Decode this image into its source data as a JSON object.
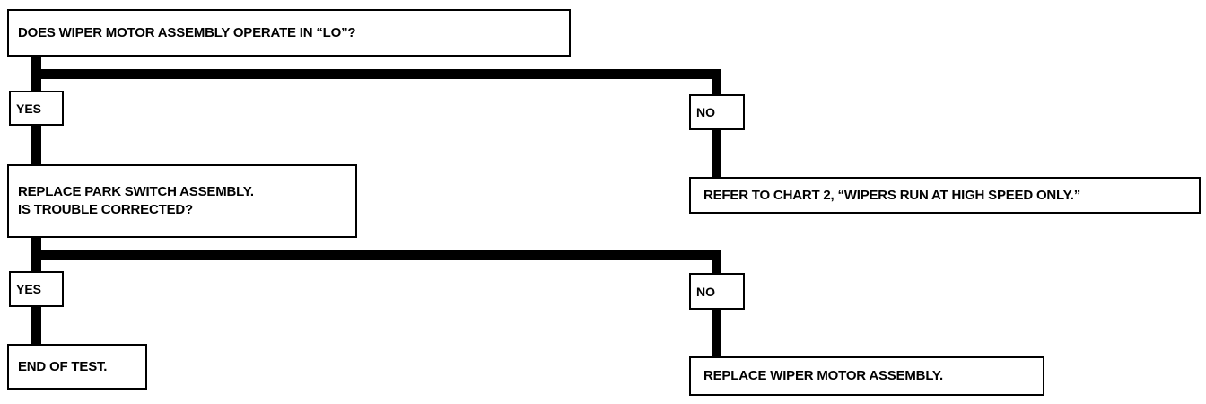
{
  "diagram": {
    "question_1": "DOES WIPER MOTOR ASSEMBLY OPERATE IN “LO”?",
    "q1_yes_label": "YES",
    "q1_no_label": "NO",
    "question_2": {
      "line_1": "REPLACE PARK SWITCH ASSEMBLY.",
      "line_2": "IS TROUBLE CORRECTED?"
    },
    "q1_no_action": "REFER TO CHART 2, “WIPERS RUN AT HIGH SPEED ONLY.”",
    "q2_yes_label": "YES",
    "q2_no_label": "NO",
    "q2_yes_action": "END OF TEST.",
    "q2_no_action": "REPLACE WIPER MOTOR ASSEMBLY."
  },
  "colors": {
    "line": "#000000",
    "background": "#ffffff"
  }
}
